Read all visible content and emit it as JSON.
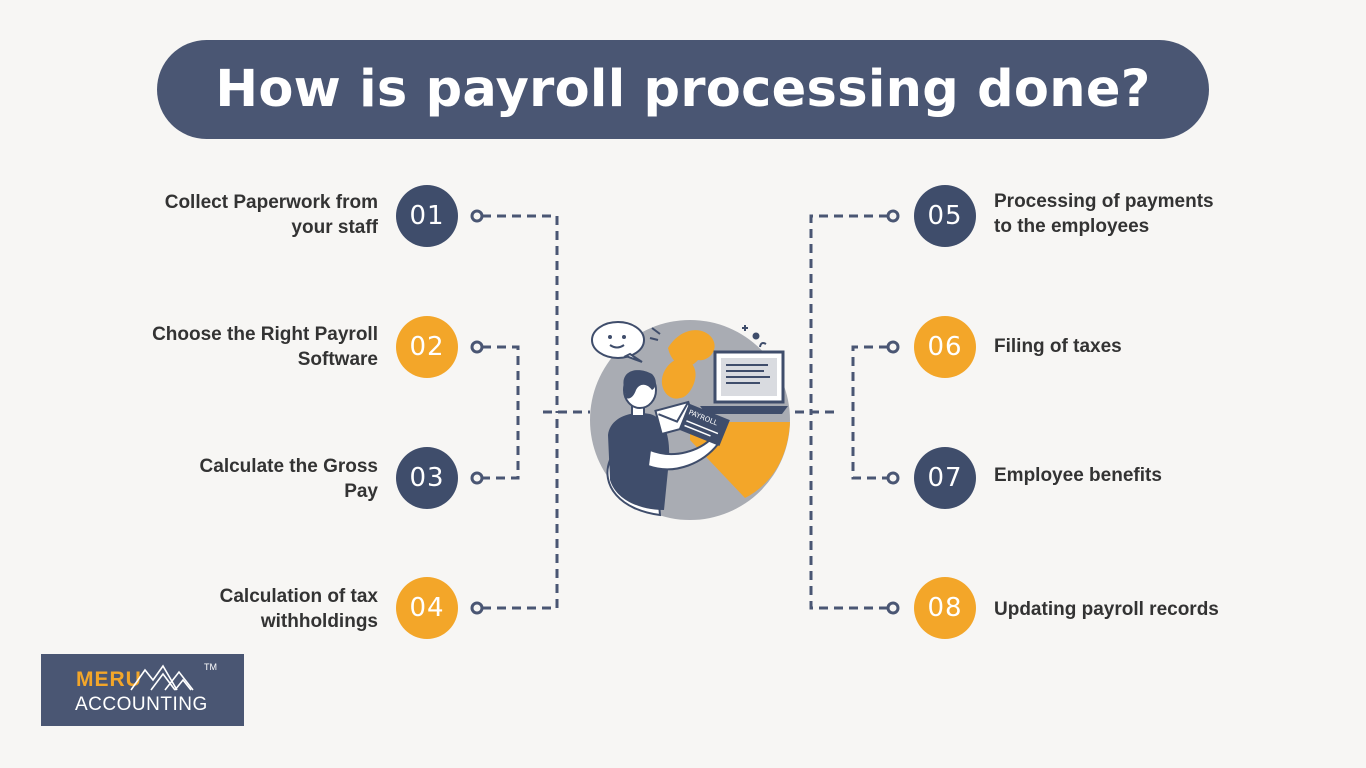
{
  "title": "How is payroll processing done?",
  "steps": [
    {
      "number": "01",
      "label_lines": [
        "Collect Paperwork from",
        "your staff"
      ],
      "color": "#3f4d6b"
    },
    {
      "number": "02",
      "label_lines": [
        "Choose the Right Payroll",
        "Software"
      ],
      "color": "#f3a629"
    },
    {
      "number": "03",
      "label_lines": [
        "Calculate the Gross",
        "Pay"
      ],
      "color": "#3f4d6b"
    },
    {
      "number": "04",
      "label_lines": [
        "Calculation of tax",
        "withholdings"
      ],
      "color": "#f3a629"
    },
    {
      "number": "05",
      "label_lines": [
        "Processing of payments",
        "to the employees"
      ],
      "color": "#3f4d6b"
    },
    {
      "number": "06",
      "label_lines": [
        "Filing of taxes"
      ],
      "color": "#f3a629"
    },
    {
      "number": "07",
      "label_lines": [
        "Employee benefits"
      ],
      "color": "#3f4d6b"
    },
    {
      "number": "08",
      "label_lines": [
        "Updating payroll records"
      ],
      "color": "#f3a629"
    }
  ],
  "illustration": {
    "sign_text": "PAYROLL"
  },
  "logo": {
    "brand": "MERU",
    "subtitle": "ACCOUNTING",
    "trademark": "TM"
  },
  "colors": {
    "primary": "#4a5673",
    "accent": "#f3a629",
    "background": "#f7f6f4",
    "text": "#333333"
  }
}
